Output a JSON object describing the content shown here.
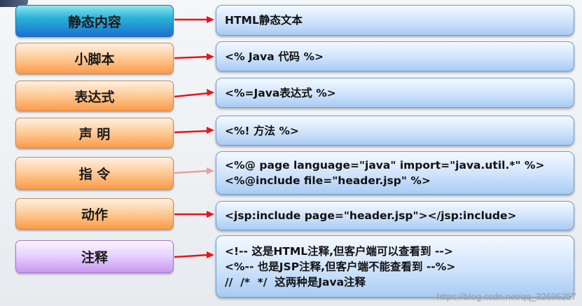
{
  "rows": [
    {
      "label": "静态内容",
      "lines": [
        "HTML静态文本"
      ]
    },
    {
      "label": "小脚本",
      "lines": [
        "<% Java 代码 %>"
      ]
    },
    {
      "label": "表达式",
      "lines": [
        "<%=Java表达式 %>"
      ]
    },
    {
      "label": "声 明",
      "lines": [
        "<%! 方法 %>"
      ]
    },
    {
      "label": "指 令",
      "lines": [
        "<%@ page language=\"java\" import=\"java.util.*\" %>",
        "<%@include file=\"header.jsp\" %>"
      ]
    },
    {
      "label": "动作",
      "lines": [
        "<jsp:include page=\"header.jsp\"></jsp:include>"
      ]
    },
    {
      "label": "注释",
      "lines": [
        "<!-- 这是HTML注释,但客户端可以查看到 -->",
        "<%-- 也是JSP注释,但客户端不能查看到 --%>",
        "//  /*  */  这两种是Java注释"
      ]
    }
  ],
  "watermark": "https://blog.csdn.net/qq_32695257",
  "colors": {
    "arrow": "#e8141b",
    "arrow_faded": "#e8a0a0"
  }
}
